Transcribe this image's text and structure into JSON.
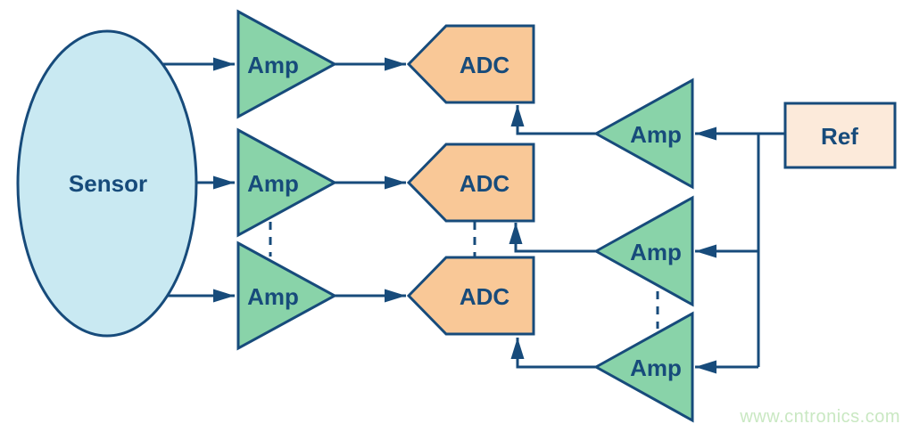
{
  "diagram": {
    "type": "block-diagram",
    "description": "Multichannel sensor acquisition signal chain: one sensor drives N amplifiers into N ADCs; a shared reference (Ref) is buffered by N amplifiers feeding each ADC reference input; dashed ellipses indicate repeated channels",
    "nodes": {
      "sensor": {
        "label": "Sensor",
        "shape": "ellipse"
      },
      "input_amps": [
        {
          "label": "Amp",
          "shape": "triangle-right"
        },
        {
          "label": "Amp",
          "shape": "triangle-right"
        },
        {
          "label": "Amp",
          "shape": "triangle-right"
        }
      ],
      "adcs": [
        {
          "label": "ADC",
          "shape": "pentagon-left"
        },
        {
          "label": "ADC",
          "shape": "pentagon-left"
        },
        {
          "label": "ADC",
          "shape": "pentagon-left"
        }
      ],
      "ref_amps": [
        {
          "label": "Amp",
          "shape": "triangle-left"
        },
        {
          "label": "Amp",
          "shape": "triangle-left"
        },
        {
          "label": "Amp",
          "shape": "triangle-left"
        }
      ],
      "ref": {
        "label": "Ref",
        "shape": "rectangle"
      }
    },
    "connections": [
      {
        "from": "sensor",
        "to": "input_amp_1"
      },
      {
        "from": "sensor",
        "to": "input_amp_2"
      },
      {
        "from": "sensor",
        "to": "input_amp_3"
      },
      {
        "from": "input_amp_1",
        "to": "adc_1"
      },
      {
        "from": "input_amp_2",
        "to": "adc_2"
      },
      {
        "from": "input_amp_3",
        "to": "adc_3"
      },
      {
        "from": "ref_amp_1",
        "to": "adc_1_bottom"
      },
      {
        "from": "ref_amp_2",
        "to": "adc_2_bottom"
      },
      {
        "from": "ref_amp_3",
        "to": "adc_3_bottom"
      },
      {
        "from": "ref",
        "to": "ref_amp_1"
      },
      {
        "from": "ref",
        "to": "ref_amp_2"
      },
      {
        "from": "ref",
        "to": "ref_amp_3"
      }
    ],
    "ellipsis_dashes": [
      "between-input-amp-2-and-3",
      "between-adc-2-and-3",
      "between-ref-amp-2-and-3"
    ]
  },
  "watermark": {
    "text": "www.cntronics.com"
  },
  "colors": {
    "navy": "#174b7b",
    "sensor_fill": "#c9e9f2",
    "amp_fill": "#89d3a9",
    "adc_fill": "#f9c897",
    "ref_fill": "#fceada",
    "watermark": "#c9e8c2",
    "bg": "#ffffff"
  }
}
